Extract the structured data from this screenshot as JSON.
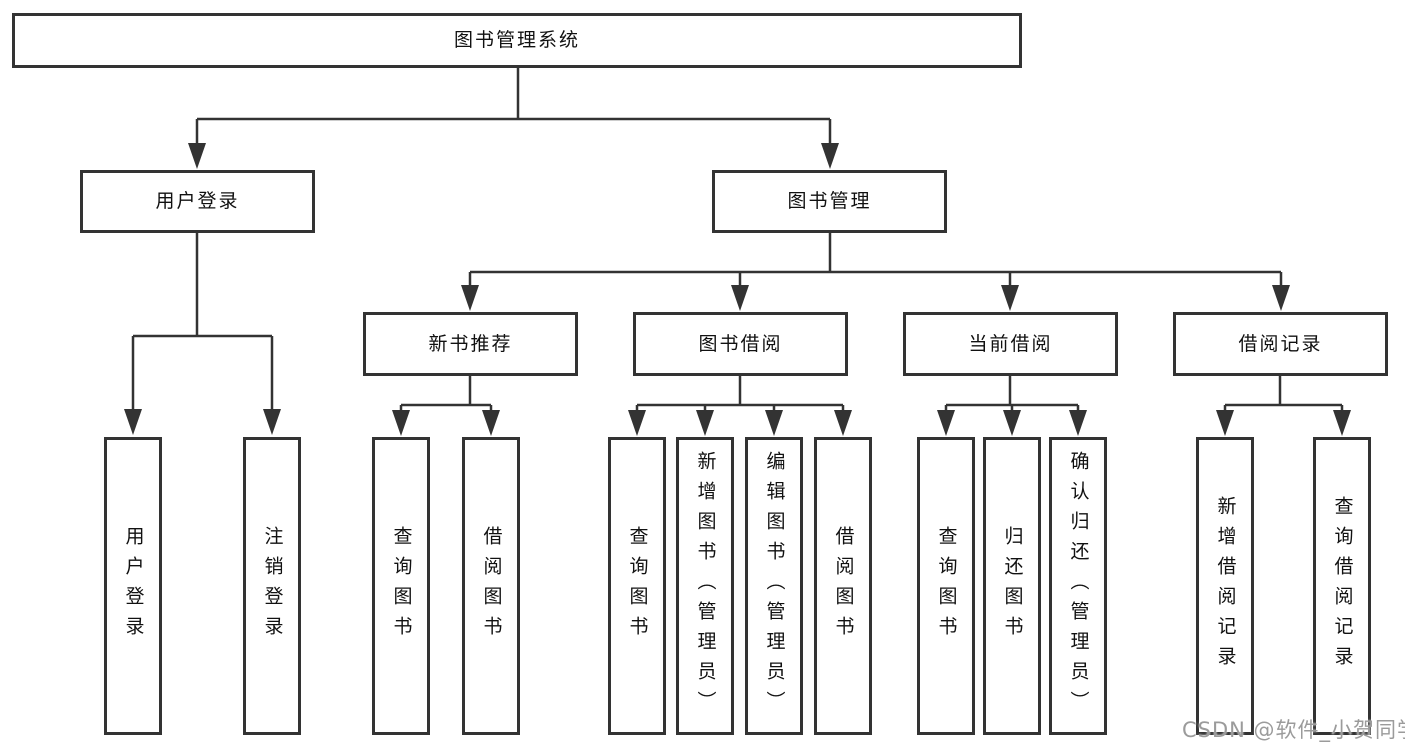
{
  "diagram": {
    "type": "hierarchy-tree",
    "title": "图书管理系统",
    "colors": {
      "background": "#ffffff",
      "line": "#333333",
      "box_border": "#333333",
      "text": "#111111",
      "watermark": "#9b9b9b"
    },
    "tree": {
      "label": "图书管理系统",
      "children": [
        {
          "label": "用户登录",
          "children": [
            {
              "label": "用户登录"
            },
            {
              "label": "注销登录"
            }
          ]
        },
        {
          "label": "图书管理",
          "children": [
            {
              "label": "新书推荐",
              "children": [
                {
                  "label": "查询图书"
                },
                {
                  "label": "借阅图书"
                }
              ]
            },
            {
              "label": "图书借阅",
              "children": [
                {
                  "label": "查询图书"
                },
                {
                  "label": "新增图书（管理员）"
                },
                {
                  "label": "编辑图书（管理员）"
                },
                {
                  "label": "借阅图书"
                }
              ]
            },
            {
              "label": "当前借阅",
              "children": [
                {
                  "label": "查询图书"
                },
                {
                  "label": "归还图书"
                },
                {
                  "label": "确认归还（管理员）"
                }
              ]
            },
            {
              "label": "借阅记录",
              "children": [
                {
                  "label": "新增借阅记录"
                },
                {
                  "label": "查询借阅记录"
                }
              ]
            }
          ]
        }
      ]
    },
    "watermark": "CSDN @软件_小贺同学"
  }
}
